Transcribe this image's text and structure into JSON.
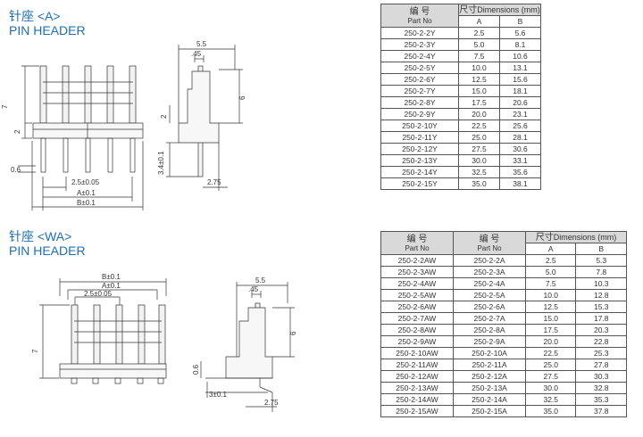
{
  "section_a": {
    "title_cn": "针座 <A>",
    "title_en": "PIN HEADER",
    "dims": {
      "d55": "5.5",
      "d45": ".45",
      "d7": "7",
      "d2a": "2",
      "d2b": "2",
      "d6": "6",
      "d06": "0.6",
      "d34": "3.4±0.1",
      "d275": "2.75",
      "pitch": "2.5±0.05",
      "a": "A±0.1",
      "b": "B±0.1"
    },
    "table": {
      "hdr_part_cn": "编 号",
      "hdr_part_en": "Part No",
      "hdr_dim_cn": "尺寸",
      "hdr_dim_en": "Dimensions (mm)",
      "col_a": "A",
      "col_b": "B",
      "rows": [
        {
          "part": "250-2-2Y",
          "a": "2.5",
          "b": "5.6"
        },
        {
          "part": "250-2-3Y",
          "a": "5.0",
          "b": "8.1"
        },
        {
          "part": "250-2-4Y",
          "a": "7.5",
          "b": "10.6"
        },
        {
          "part": "250-2-5Y",
          "a": "10.0",
          "b": "13.1"
        },
        {
          "part": "250-2-6Y",
          "a": "12.5",
          "b": "15.6"
        },
        {
          "part": "250-2-7Y",
          "a": "15.0",
          "b": "18.1"
        },
        {
          "part": "250-2-8Y",
          "a": "17.5",
          "b": "20.6"
        },
        {
          "part": "250-2-9Y",
          "a": "20.0",
          "b": "23.1"
        },
        {
          "part": "250-2-10Y",
          "a": "22.5",
          "b": "25.6"
        },
        {
          "part": "250-2-11Y",
          "a": "25.0",
          "b": "28.1"
        },
        {
          "part": "250-2-12Y",
          "a": "27.5",
          "b": "30.6"
        },
        {
          "part": "250-2-13Y",
          "a": "30.0",
          "b": "33.1"
        },
        {
          "part": "250-2-14Y",
          "a": "32.5",
          "b": "35.6"
        },
        {
          "part": "250-2-15Y",
          "a": "35.0",
          "b": "38.1"
        }
      ]
    }
  },
  "section_wa": {
    "title_cn": "针座 <WA>",
    "title_en": "PIN HEADER",
    "dims": {
      "b": "B±0.1",
      "a": "A±0.1",
      "pitch": "2.5±0.05",
      "d7": "7",
      "d06": "0.6",
      "d3": "3±0.1",
      "d55": "5.5",
      "d45": ".45",
      "d6": "6",
      "d275": "2.75"
    },
    "table": {
      "hdr_part_cn": "编 号",
      "hdr_part_en": "Part No",
      "hdr_dim_cn": "尺寸",
      "hdr_dim_en": "Dimensions (mm)",
      "col_a": "A",
      "col_b": "B",
      "rows": [
        {
          "part1": "250-2-2AW",
          "part2": "250-2-2A",
          "a": "2.5",
          "b": "5.3"
        },
        {
          "part1": "250-2-3AW",
          "part2": "250-2-3A",
          "a": "5.0",
          "b": "7.8"
        },
        {
          "part1": "250-2-4AW",
          "part2": "250-2-4A",
          "a": "7.5",
          "b": "10.3"
        },
        {
          "part1": "250-2-5AW",
          "part2": "250-2-5A",
          "a": "10.0",
          "b": "12.8"
        },
        {
          "part1": "250-2-6AW",
          "part2": "250-2-6A",
          "a": "12.5",
          "b": "15.3"
        },
        {
          "part1": "250-2-7AW",
          "part2": "250-2-7A",
          "a": "15.0",
          "b": "17.8"
        },
        {
          "part1": "250-2-8AW",
          "part2": "250-2-8A",
          "a": "17.5",
          "b": "20.3"
        },
        {
          "part1": "250-2-9AW",
          "part2": "250-2-9A",
          "a": "20.0",
          "b": "22.8"
        },
        {
          "part1": "250-2-10AW",
          "part2": "250-2-10A",
          "a": "22.5",
          "b": "25.3"
        },
        {
          "part1": "250-2-11AW",
          "part2": "250-2-11A",
          "a": "25.0",
          "b": "27.8"
        },
        {
          "part1": "250-2-12AW",
          "part2": "250-2-12A",
          "a": "27.5",
          "b": "30.3"
        },
        {
          "part1": "250-2-13AW",
          "part2": "250-2-13A",
          "a": "30.0",
          "b": "32.8"
        },
        {
          "part1": "250-2-14AW",
          "part2": "250-2-14A",
          "a": "32.5",
          "b": "35.3"
        },
        {
          "part1": "250-2-15AW",
          "part2": "250-2-15A",
          "a": "35.0",
          "b": "37.8"
        }
      ]
    }
  }
}
